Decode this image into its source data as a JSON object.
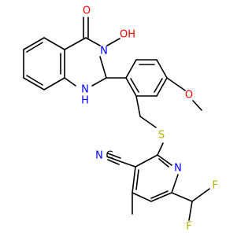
{
  "colors": {
    "O": "#ff0000",
    "N": "#0000ff",
    "S": "#b2b200",
    "F": "#b2b200",
    "C": "#000000",
    "bond": "#000000",
    "background": "#ffffff"
  },
  "atoms": {
    "carbonyl_O": "O",
    "N_OH": "N",
    "OH": "OH",
    "NH": "H",
    "NH_N": "N",
    "methoxy_O": "O",
    "S": "S",
    "nitrile_N": "N",
    "nitrile_C": "C",
    "pyridine_N": "N",
    "F_top": "F",
    "F_bottom": "F"
  }
}
